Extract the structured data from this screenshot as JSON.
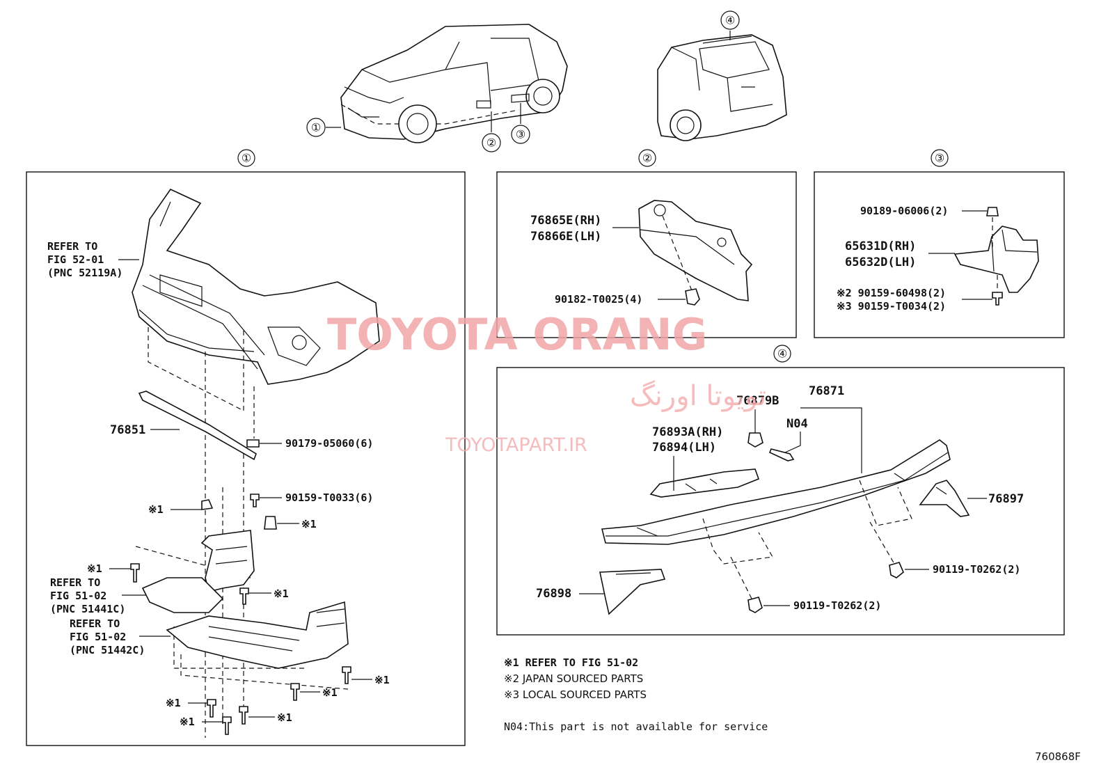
{
  "callouts": [
    "①",
    "②",
    "③",
    "④"
  ],
  "section_markers": [
    "①",
    "②",
    "③",
    "④"
  ],
  "panel1": {
    "refer_top": [
      "REFER TO",
      "FIG 52-01",
      "(PNC 52119A)"
    ],
    "p76851": "76851",
    "p90179": "90179-05060(6)",
    "p90159": "90159-T0033(6)",
    "x1_labels": [
      "※1",
      "※1",
      "※1",
      "※1",
      "※1",
      "※1",
      "※1",
      "※1",
      "※1"
    ],
    "refer_mid": [
      "REFER TO",
      "FIG 51-02",
      "(PNC 51441C)"
    ],
    "refer_low": [
      "REFER TO",
      "FIG 51-02",
      "(PNC 51442C)"
    ]
  },
  "panel2": {
    "rh": "76865E(RH)",
    "lh": "76866E(LH)",
    "clip": "90182-T0025(4)"
  },
  "panel3": {
    "nut": "90189-06006(2)",
    "rh": "65631D(RH)",
    "lh": "65632D(LH)",
    "screw_jp": "※2 90159-60498(2)",
    "screw_local": "※3 90159-T0034(2)"
  },
  "panel4": {
    "p76879b": "76879B",
    "p76871": "76871",
    "n04": "N04",
    "rh": "76893A(RH)",
    "lh": "76894(LH)",
    "p76897": "76897",
    "p76898": "76898",
    "screw_a": "90119-T0262(2)",
    "screw_b": "90119-T0262(2)"
  },
  "notes": {
    "n1": "※1 REFER TO FIG 51-02",
    "n2": "※2 JAPAN SOURCED PARTS",
    "n3": "※3 LOCAL SOURCED PARTS",
    "n04": "N04:This part is not available for service"
  },
  "figure_id": "760868F",
  "watermark": {
    "brand": "TOYOTA ORANG",
    "brand_fa": "تویوتا اورنگ",
    "site": "TOYOTAPART.IR"
  }
}
